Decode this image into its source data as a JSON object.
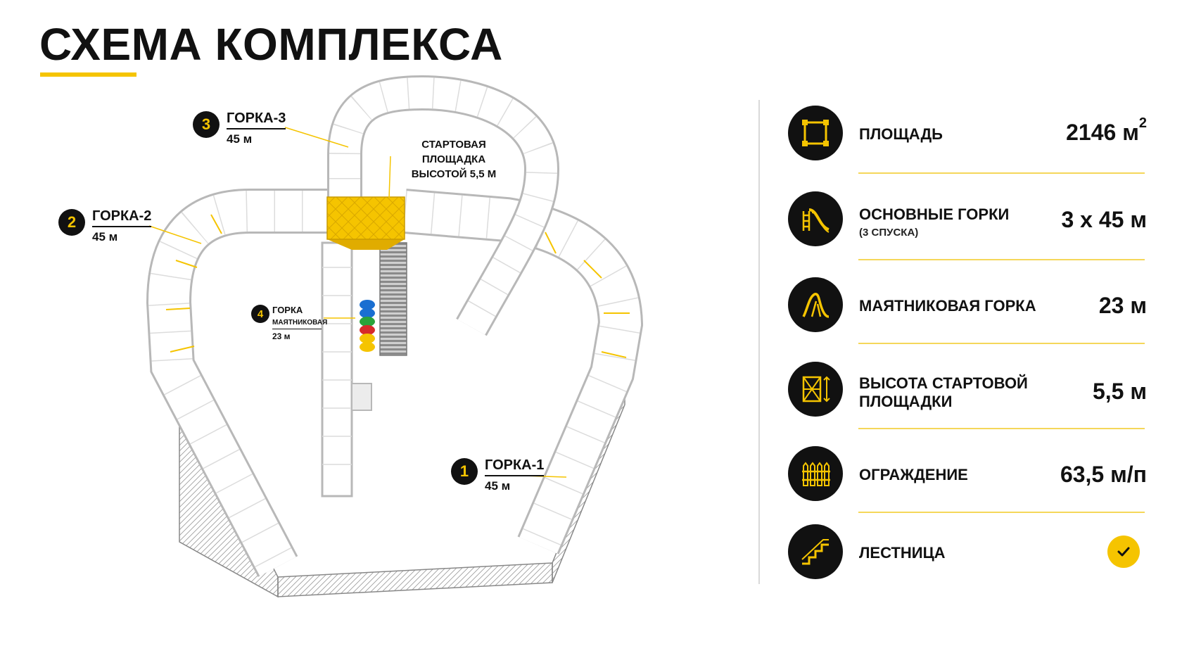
{
  "title": "СХЕМА КОМПЛЕКСА",
  "colors": {
    "accent": "#f5c400",
    "dark": "#111111",
    "track": "#ffffff",
    "track_edge": "#b8b8b8"
  },
  "callouts": [
    {
      "num": "1",
      "name": "ГОРКА-1",
      "length": "45 м"
    },
    {
      "num": "2",
      "name": "ГОРКА-2",
      "length": "45 м"
    },
    {
      "num": "3",
      "name": "ГОРКА-3",
      "length": "45 м"
    },
    {
      "num": "4",
      "name": "ГОРКА",
      "name2": "МАЯТНИКОВАЯ",
      "length": "23 м"
    }
  ],
  "start_platform": {
    "line1": "СТАРТОВАЯ",
    "line2": "ПЛОЩАДКА",
    "line3": "ВЫСОТОЙ 5,5 М"
  },
  "specs": [
    {
      "icon": "area-icon",
      "label": "ПЛОЩАДЬ",
      "sub": "",
      "value": "2146 м",
      "sup": "2"
    },
    {
      "icon": "slide-icon",
      "label": "ОСНОВНЫЕ ГОРКИ",
      "sub": "(3 СПУСКА)",
      "value": "3 х 45 м"
    },
    {
      "icon": "pendulum-slide-icon",
      "label": "МАЯТНИКОВАЯ ГОРКА",
      "sub": "",
      "value": "23 м"
    },
    {
      "icon": "tower-height-icon",
      "label": "ВЫСОТА СТАРТОВОЙ",
      "sub": "ПЛОЩАДКИ",
      "value": "5,5 м"
    },
    {
      "icon": "fence-icon",
      "label": "ОГРАЖДЕНИЕ",
      "sub": "",
      "value": "63,5 м/п"
    },
    {
      "icon": "stairs-icon",
      "label": "ЛЕСТНИЦА",
      "sub": "",
      "value": "",
      "check": "check-icon"
    }
  ]
}
